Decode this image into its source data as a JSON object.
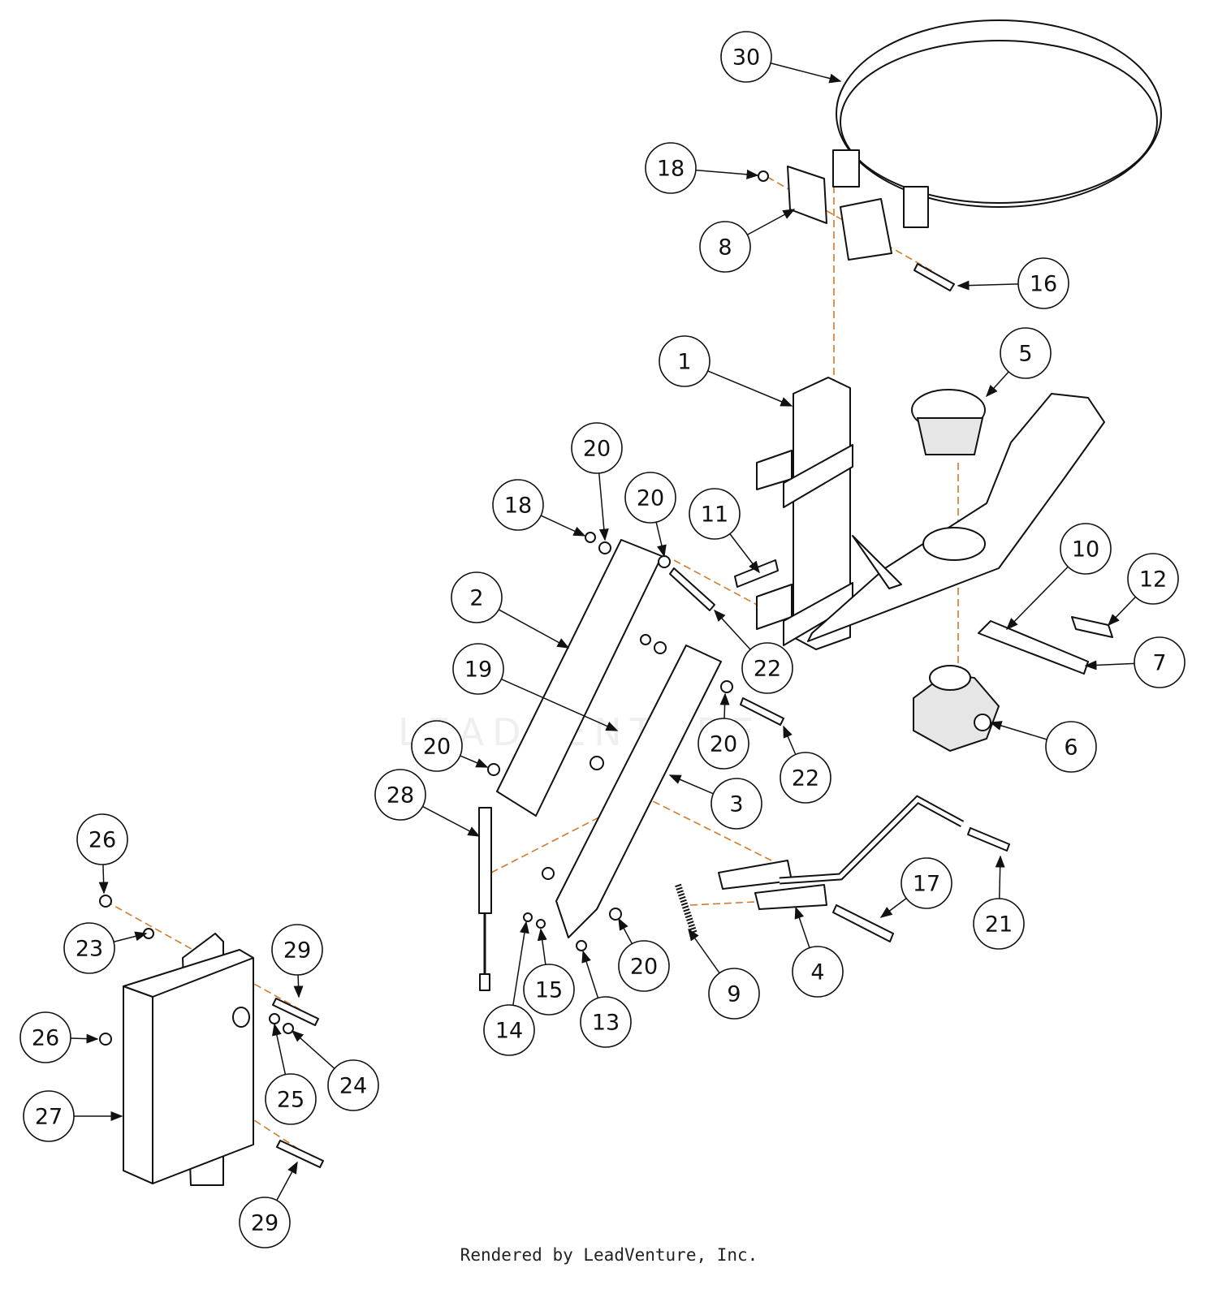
{
  "title": "Parts diagram",
  "callouts": [
    "30",
    "18",
    "8",
    "16",
    "1",
    "5",
    "20",
    "18",
    "20",
    "11",
    "10",
    "12",
    "2",
    "22",
    "7",
    "19",
    "20",
    "20",
    "6",
    "22",
    "28",
    "3",
    "26",
    "17",
    "21",
    "23",
    "29",
    "20",
    "4",
    "15",
    "9",
    "13",
    "14",
    "26",
    "24",
    "25",
    "27",
    "29"
  ],
  "watermark": "LEADVENTURE",
  "footer": "Rendered by LeadVenture, Inc.",
  "colors": {
    "line": "#111111",
    "dashed_guides": "#d07a2a"
  }
}
